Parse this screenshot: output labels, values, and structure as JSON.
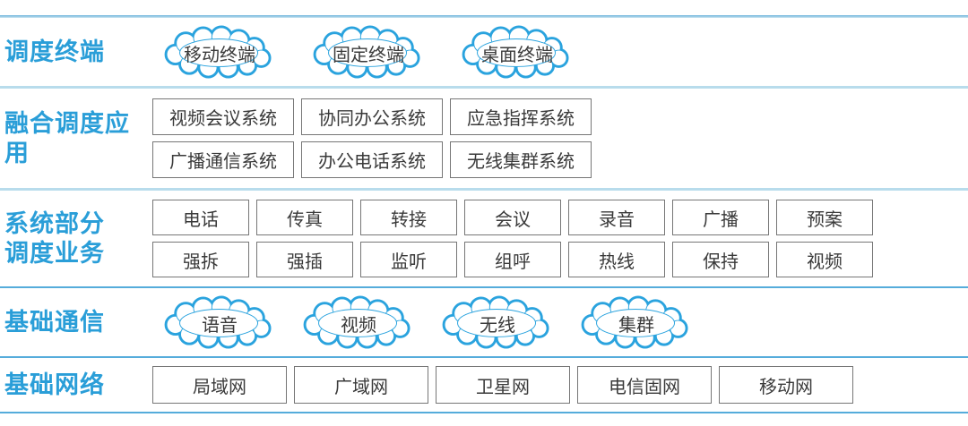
{
  "colors": {
    "accent_blue": "#2a9ed8",
    "cloud_stroke": "#2aa3de",
    "box_border": "#767676",
    "box_text": "#3a3a3a",
    "divider_pale": "#b8dcec",
    "divider_strong": "#55acdb"
  },
  "layers": {
    "terminals": {
      "label": "调度终端",
      "clouds": [
        "移动终端",
        "固定终端",
        "桌面终端"
      ]
    },
    "apps": {
      "label": "融合调度应用",
      "rows": [
        [
          "视频会议系统",
          "协同办公系统",
          "应急指挥系统"
        ],
        [
          "广播通信系统",
          "办公电话系统",
          "无线集群系统"
        ]
      ]
    },
    "services": {
      "label_line1": "系统部分",
      "label_line2": "调度业务",
      "rows": [
        [
          "电话",
          "传真",
          "转接",
          "会议",
          "录音",
          "广播",
          "预案"
        ],
        [
          "强拆",
          "强插",
          "监听",
          "组呼",
          "热线",
          "保持",
          "视频"
        ]
      ]
    },
    "basic_comm": {
      "label": "基础通信",
      "clouds": [
        "语音",
        "视频",
        "无线",
        "集群"
      ]
    },
    "networks": {
      "label": "基础网络",
      "boxes": [
        "局域网",
        "广域网",
        "卫星网",
        "电信固网",
        "移动网"
      ]
    }
  }
}
